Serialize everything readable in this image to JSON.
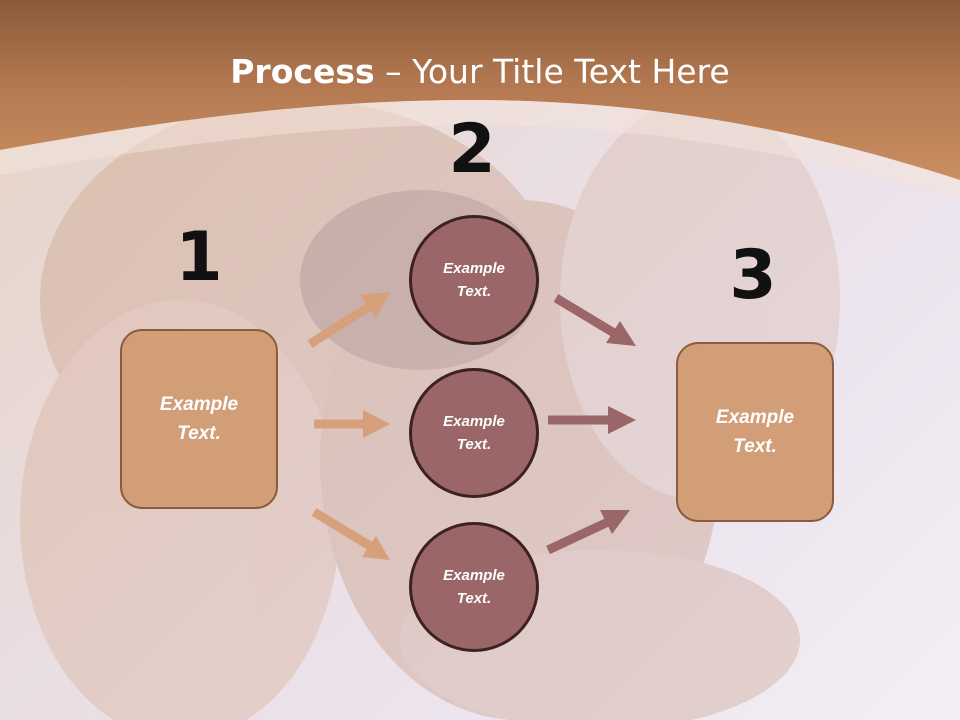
{
  "title": {
    "bold": "Process",
    "rest": " – Your Title Text Here"
  },
  "numbers": [
    "1",
    "2",
    "3"
  ],
  "nodes": {
    "start": "Example\nText.",
    "mid_top": "Example\nText.",
    "mid_center": "Example\nText.",
    "mid_bottom": "Example\nText.",
    "end": "Example\nText."
  },
  "colors": {
    "header": "#c0835a",
    "box_fill": "#d29e78",
    "circle_fill": "#9a6668",
    "arrow_left": "#d6a07a",
    "arrow_right": "#9a6668"
  }
}
